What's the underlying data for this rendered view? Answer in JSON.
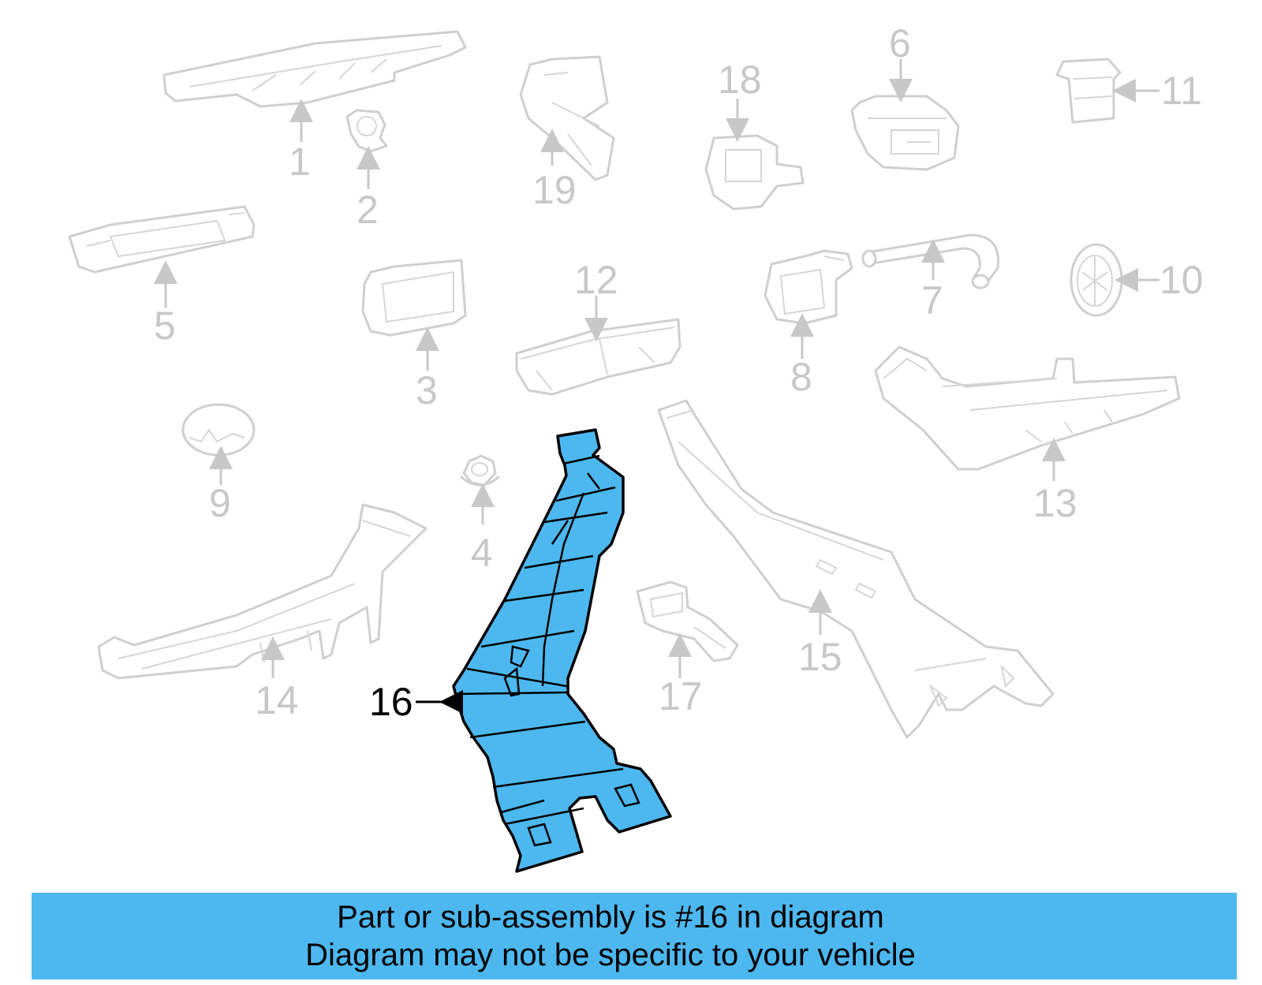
{
  "callouts": {
    "p1": "1",
    "p2": "2",
    "p3": "3",
    "p4": "4",
    "p5": "5",
    "p6": "6",
    "p7": "7",
    "p8": "8",
    "p9": "9",
    "p10": "10",
    "p11": "11",
    "p12": "12",
    "p13": "13",
    "p14": "14",
    "p15": "15",
    "p16": "16",
    "p17": "17",
    "p18": "18",
    "p19": "19"
  },
  "highlighted_part": "16",
  "colors": {
    "highlight": "#4db8f0",
    "parts": "#cfcfcf",
    "labels": "#c8c8c8",
    "banner": "#4db8f0"
  },
  "banner": {
    "line1": "Part or sub-assembly is #16 in diagram",
    "line2": "Diagram may not be specific to your vehicle"
  }
}
